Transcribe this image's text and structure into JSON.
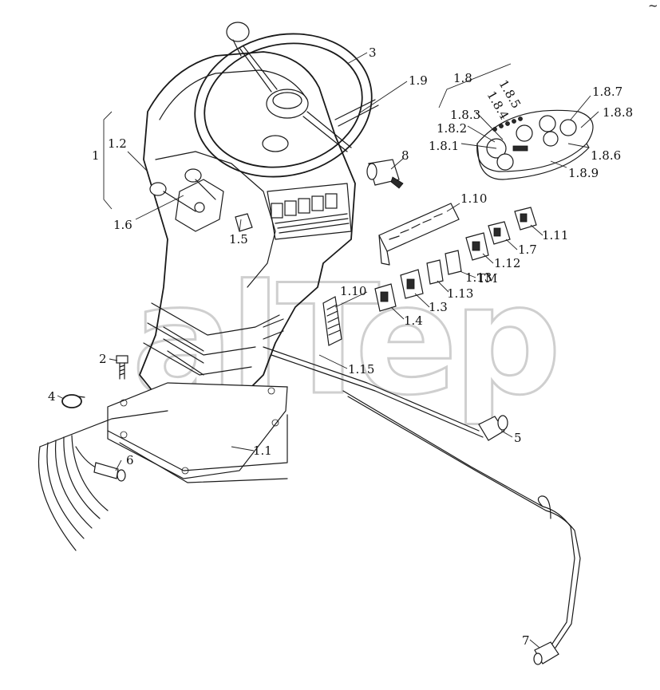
{
  "watermark": {
    "text": "alTep",
    "tm": "TM"
  },
  "corner_mark": "~",
  "callouts": {
    "c1": "1",
    "c1_2": "1.2",
    "c1_6": "1.6",
    "c1_5": "1.5",
    "c3": "3",
    "c1_9": "1.9",
    "c1_8": "1.8",
    "c1_8_5": "1.8.5",
    "c1_8_4": "1.8.4",
    "c1_8_3": "1.8.3",
    "c1_8_2": "1.8.2",
    "c1_8_1": "1.8.1",
    "c1_8_7": "1.8.7",
    "c1_8_8": "1.8.8",
    "c1_8_6": "1.8.6",
    "c1_8_9": "1.8.9",
    "c8": "8",
    "c1_10a": "1.10",
    "c1_11": "1.11",
    "c1_7": "1.7",
    "c1_12": "1.12",
    "c1_13a": "1.13",
    "c1_13b": "1.13",
    "c1_10b": "1.10",
    "c1_3": "1.3",
    "c1_4": "1.4",
    "c1_15": "1.15",
    "c2": "2",
    "c4": "4",
    "c5": "5",
    "c6": "6",
    "c1_1": "1.1",
    "c7": "7"
  }
}
